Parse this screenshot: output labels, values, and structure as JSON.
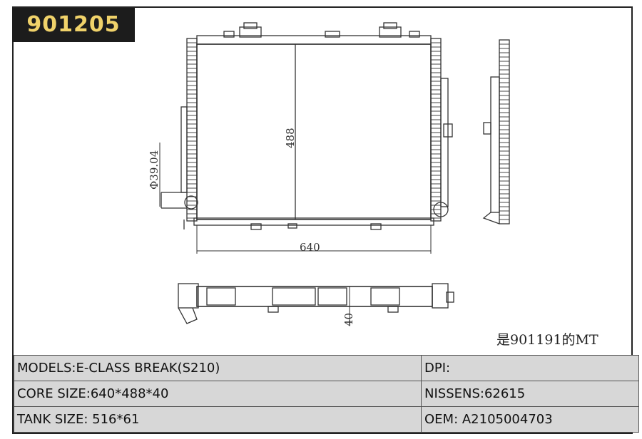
{
  "part_code": "901205",
  "dimensions": {
    "width_label": "640",
    "height_label": "488",
    "depth_label": "40",
    "pipe_label": "Φ39.04"
  },
  "note": "是901191的MT",
  "specs": {
    "model": "MODELS:E-CLASS BREAK(S210)",
    "dpi": "DPI:",
    "core_size": "CORE SIZE:640*488*40",
    "nissens": "NISSENS:62615",
    "tank_size": "TANK SIZE:  516*61",
    "oem": "OEM: A2105004703"
  }
}
